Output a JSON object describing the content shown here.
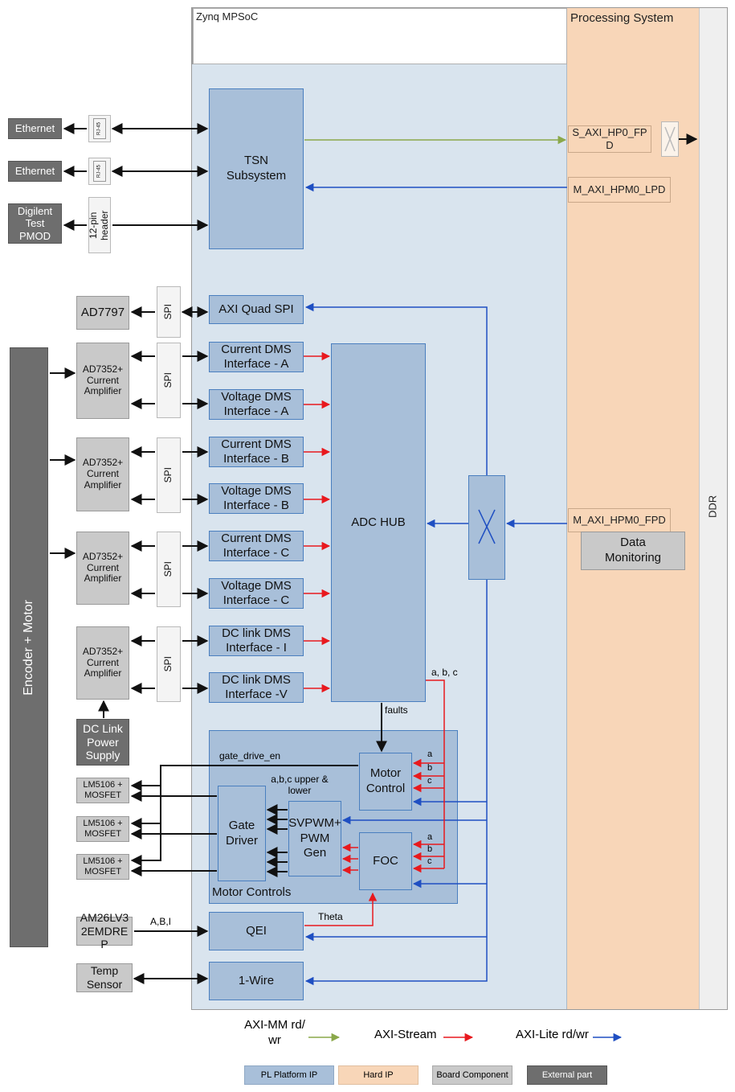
{
  "regions": {
    "zynq_label": "Zynq MPSoC",
    "ps_label": "Processing System",
    "ddr_label": "DDR"
  },
  "ip": {
    "tsn": "TSN Subsystem",
    "axi_quad_spi": "AXI Quad SPI",
    "cur_a": "Current DMS Interface - A",
    "vol_a": "Voltage DMS Interface - A",
    "cur_b": "Current DMS Interface - B",
    "vol_b": "Voltage DMS Interface - B",
    "cur_c": "Current DMS Interface - C",
    "vol_c": "Voltage DMS Interface - C",
    "dc_i": "DC link DMS Interface - I",
    "dc_v": "DC link DMS Interface -V",
    "adc_hub": "ADC HUB",
    "motor_control": "Motor Control",
    "gate_driver": "Gate Driver",
    "svpwm": "SVPWM+ PWM Gen",
    "foc": "FOC",
    "motor_controls": "Motor Controls",
    "qei": "QEI",
    "one_wire": "1-Wire"
  },
  "ps_ports": {
    "s_axi_hp0": "S_AXI_HP0_FPD",
    "m_axi_hpm0_lpd": "M_AXI_HPM0_LPD",
    "m_axi_hpm0_fpd": "M_AXI_HPM0_FPD",
    "data_monitoring": "Data Monitoring"
  },
  "board": {
    "ad7797": "AD7797",
    "ad7352": "AD7352+ Current Amplifier",
    "lm5106": "LM5106 + MOSFET",
    "am26": "AM26LV32EMDREP",
    "temp": "Temp Sensor"
  },
  "connectors": {
    "rj45": "RJ-45",
    "spi": "SPI",
    "header": "12-pin header"
  },
  "external": {
    "ethernet": "Ethernet",
    "pmod": "Digilent Test PMOD",
    "dc_link_supply": "DC Link Power Supply",
    "encoder_motor": "Encoder + Motor"
  },
  "signals": {
    "faults": "faults",
    "abc": "a, b, c",
    "a": "a",
    "b": "b",
    "c": "c",
    "gate_drive_en": "gate_drive_en",
    "abc_upper_lower": "a,b,c upper & lower",
    "theta": "Theta",
    "abi": "A,B,I"
  },
  "legend": {
    "axi_mm": "AXI-MM rd/ wr",
    "axi_stream": "AXI-Stream",
    "axi_lite": "AXI-Lite rd/wr",
    "pl_platform_ip": "PL Platform IP",
    "hard_ip": "Hard IP",
    "board_component": "Board Component",
    "external_part": "External part"
  },
  "colors": {
    "pl_region": "#d9e4ee",
    "ps_region": "#f8d6b8",
    "ddr_region": "#efefef",
    "pl_ip": "#a8bfd9",
    "hard_ip": "#f8d6b8",
    "board_component": "#c9c9c9",
    "external_part": "#6e6e6e",
    "axi_mm": "#8aa84a",
    "axi_stream": "#e8191e",
    "axi_lite": "#1f4fc2"
  }
}
